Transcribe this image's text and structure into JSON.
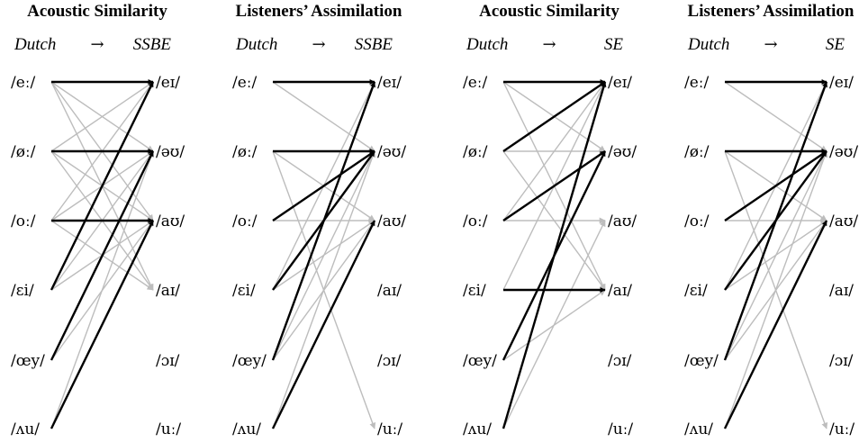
{
  "arrow_symbol": "→",
  "colors": {
    "strong": "#000000",
    "weak": "#bdbdbd"
  },
  "source_vowels": [
    "/eː/",
    "/øː/",
    "/oː/",
    "/ɛi/",
    "/œy/",
    "/ʌu/"
  ],
  "panels": [
    {
      "title": "Acoustic Similarity",
      "source_lang": "Dutch",
      "target_lang": "SSBE",
      "target_vowels": [
        "/eɪ/",
        "/əʊ/",
        "/aʊ/",
        "/aɪ/",
        "/ɔɪ/",
        "/uː/"
      ],
      "links": [
        {
          "from": 0,
          "to": 0,
          "strength": "strong"
        },
        {
          "from": 1,
          "to": 1,
          "strength": "strong"
        },
        {
          "from": 2,
          "to": 2,
          "strength": "strong"
        },
        {
          "from": 3,
          "to": 0,
          "strength": "strong"
        },
        {
          "from": 4,
          "to": 1,
          "strength": "strong"
        },
        {
          "from": 5,
          "to": 2,
          "strength": "strong"
        },
        {
          "from": 0,
          "to": 1,
          "strength": "weak"
        },
        {
          "from": 0,
          "to": 2,
          "strength": "weak"
        },
        {
          "from": 0,
          "to": 3,
          "strength": "weak"
        },
        {
          "from": 1,
          "to": 0,
          "strength": "weak"
        },
        {
          "from": 1,
          "to": 2,
          "strength": "weak"
        },
        {
          "from": 1,
          "to": 3,
          "strength": "weak"
        },
        {
          "from": 2,
          "to": 0,
          "strength": "weak"
        },
        {
          "from": 2,
          "to": 1,
          "strength": "weak"
        },
        {
          "from": 2,
          "to": 3,
          "strength": "weak"
        },
        {
          "from": 3,
          "to": 1,
          "strength": "weak"
        },
        {
          "from": 3,
          "to": 2,
          "strength": "weak"
        },
        {
          "from": 4,
          "to": 2,
          "strength": "weak"
        },
        {
          "from": 5,
          "to": 1,
          "strength": "weak"
        }
      ]
    },
    {
      "title": "Listeners’ Assimilation",
      "source_lang": "Dutch",
      "target_lang": "SSBE",
      "target_vowels": [
        "/eɪ/",
        "/əʊ/",
        "/aʊ/",
        "/aɪ/",
        "/ɔɪ/",
        "/uː/"
      ],
      "links": [
        {
          "from": 0,
          "to": 0,
          "strength": "strong"
        },
        {
          "from": 1,
          "to": 1,
          "strength": "strong"
        },
        {
          "from": 2,
          "to": 1,
          "strength": "strong"
        },
        {
          "from": 3,
          "to": 1,
          "strength": "strong"
        },
        {
          "from": 4,
          "to": 0,
          "strength": "strong"
        },
        {
          "from": 5,
          "to": 2,
          "strength": "strong"
        },
        {
          "from": 0,
          "to": 1,
          "strength": "weak"
        },
        {
          "from": 1,
          "to": 2,
          "strength": "weak"
        },
        {
          "from": 1,
          "to": 5,
          "strength": "weak"
        },
        {
          "from": 2,
          "to": 2,
          "strength": "weak"
        },
        {
          "from": 3,
          "to": 2,
          "strength": "weak"
        },
        {
          "from": 3,
          "to": 0,
          "strength": "weak"
        },
        {
          "from": 4,
          "to": 2,
          "strength": "weak"
        },
        {
          "from": 4,
          "to": 1,
          "strength": "weak"
        },
        {
          "from": 5,
          "to": 1,
          "strength": "weak"
        }
      ]
    },
    {
      "title": "Acoustic Similarity",
      "source_lang": "Dutch",
      "target_lang": "SE",
      "target_vowels": [
        "/eɪ/",
        "/əʊ/",
        "/aʊ/",
        "/aɪ/",
        "/ɔɪ/",
        "/uː/"
      ],
      "links": [
        {
          "from": 0,
          "to": 0,
          "strength": "strong"
        },
        {
          "from": 1,
          "to": 0,
          "strength": "strong"
        },
        {
          "from": 2,
          "to": 1,
          "strength": "strong"
        },
        {
          "from": 3,
          "to": 3,
          "strength": "strong"
        },
        {
          "from": 4,
          "to": 1,
          "strength": "strong"
        },
        {
          "from": 5,
          "to": 0,
          "strength": "strong"
        },
        {
          "from": 0,
          "to": 3,
          "strength": "weak"
        },
        {
          "from": 0,
          "to": 1,
          "strength": "weak"
        },
        {
          "from": 1,
          "to": 3,
          "strength": "weak"
        },
        {
          "from": 1,
          "to": 1,
          "strength": "weak"
        },
        {
          "from": 2,
          "to": 2,
          "strength": "weak"
        },
        {
          "from": 2,
          "to": 0,
          "strength": "weak"
        },
        {
          "from": 3,
          "to": 0,
          "strength": "weak"
        },
        {
          "from": 4,
          "to": 3,
          "strength": "weak"
        },
        {
          "from": 5,
          "to": 2,
          "strength": "weak"
        }
      ]
    },
    {
      "title": "Listeners’ Assimilation",
      "source_lang": "Dutch",
      "target_lang": "SE",
      "target_vowels": [
        "/eɪ/",
        "/əʊ/",
        "/aʊ/",
        "/aɪ/",
        "/ɔɪ/",
        "/uː/"
      ],
      "links": [
        {
          "from": 0,
          "to": 0,
          "strength": "strong"
        },
        {
          "from": 1,
          "to": 1,
          "strength": "strong"
        },
        {
          "from": 2,
          "to": 1,
          "strength": "strong"
        },
        {
          "from": 3,
          "to": 1,
          "strength": "strong"
        },
        {
          "from": 4,
          "to": 0,
          "strength": "strong"
        },
        {
          "from": 5,
          "to": 2,
          "strength": "strong"
        },
        {
          "from": 0,
          "to": 1,
          "strength": "weak"
        },
        {
          "from": 1,
          "to": 2,
          "strength": "weak"
        },
        {
          "from": 1,
          "to": 5,
          "strength": "weak"
        },
        {
          "from": 2,
          "to": 2,
          "strength": "weak"
        },
        {
          "from": 3,
          "to": 2,
          "strength": "weak"
        },
        {
          "from": 3,
          "to": 0,
          "strength": "weak"
        },
        {
          "from": 4,
          "to": 2,
          "strength": "weak"
        },
        {
          "from": 4,
          "to": 1,
          "strength": "weak"
        },
        {
          "from": 5,
          "to": 1,
          "strength": "weak"
        }
      ]
    }
  ]
}
